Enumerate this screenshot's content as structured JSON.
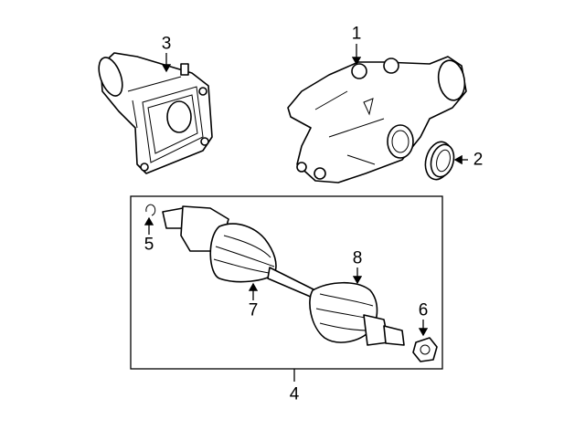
{
  "diagram": {
    "callouts": [
      {
        "id": "callout-1",
        "label": "1",
        "part": "differential-housing"
      },
      {
        "id": "callout-2",
        "label": "2",
        "part": "seal"
      },
      {
        "id": "callout-3",
        "label": "3",
        "part": "transfer-case-adapter"
      },
      {
        "id": "callout-4",
        "label": "4",
        "part": "axle-shaft-assembly"
      },
      {
        "id": "callout-5",
        "label": "5",
        "part": "snap-ring"
      },
      {
        "id": "callout-6",
        "label": "6",
        "part": "nut"
      },
      {
        "id": "callout-7",
        "label": "7",
        "part": "inner-boot"
      },
      {
        "id": "callout-8",
        "label": "8",
        "part": "outer-boot"
      }
    ]
  }
}
